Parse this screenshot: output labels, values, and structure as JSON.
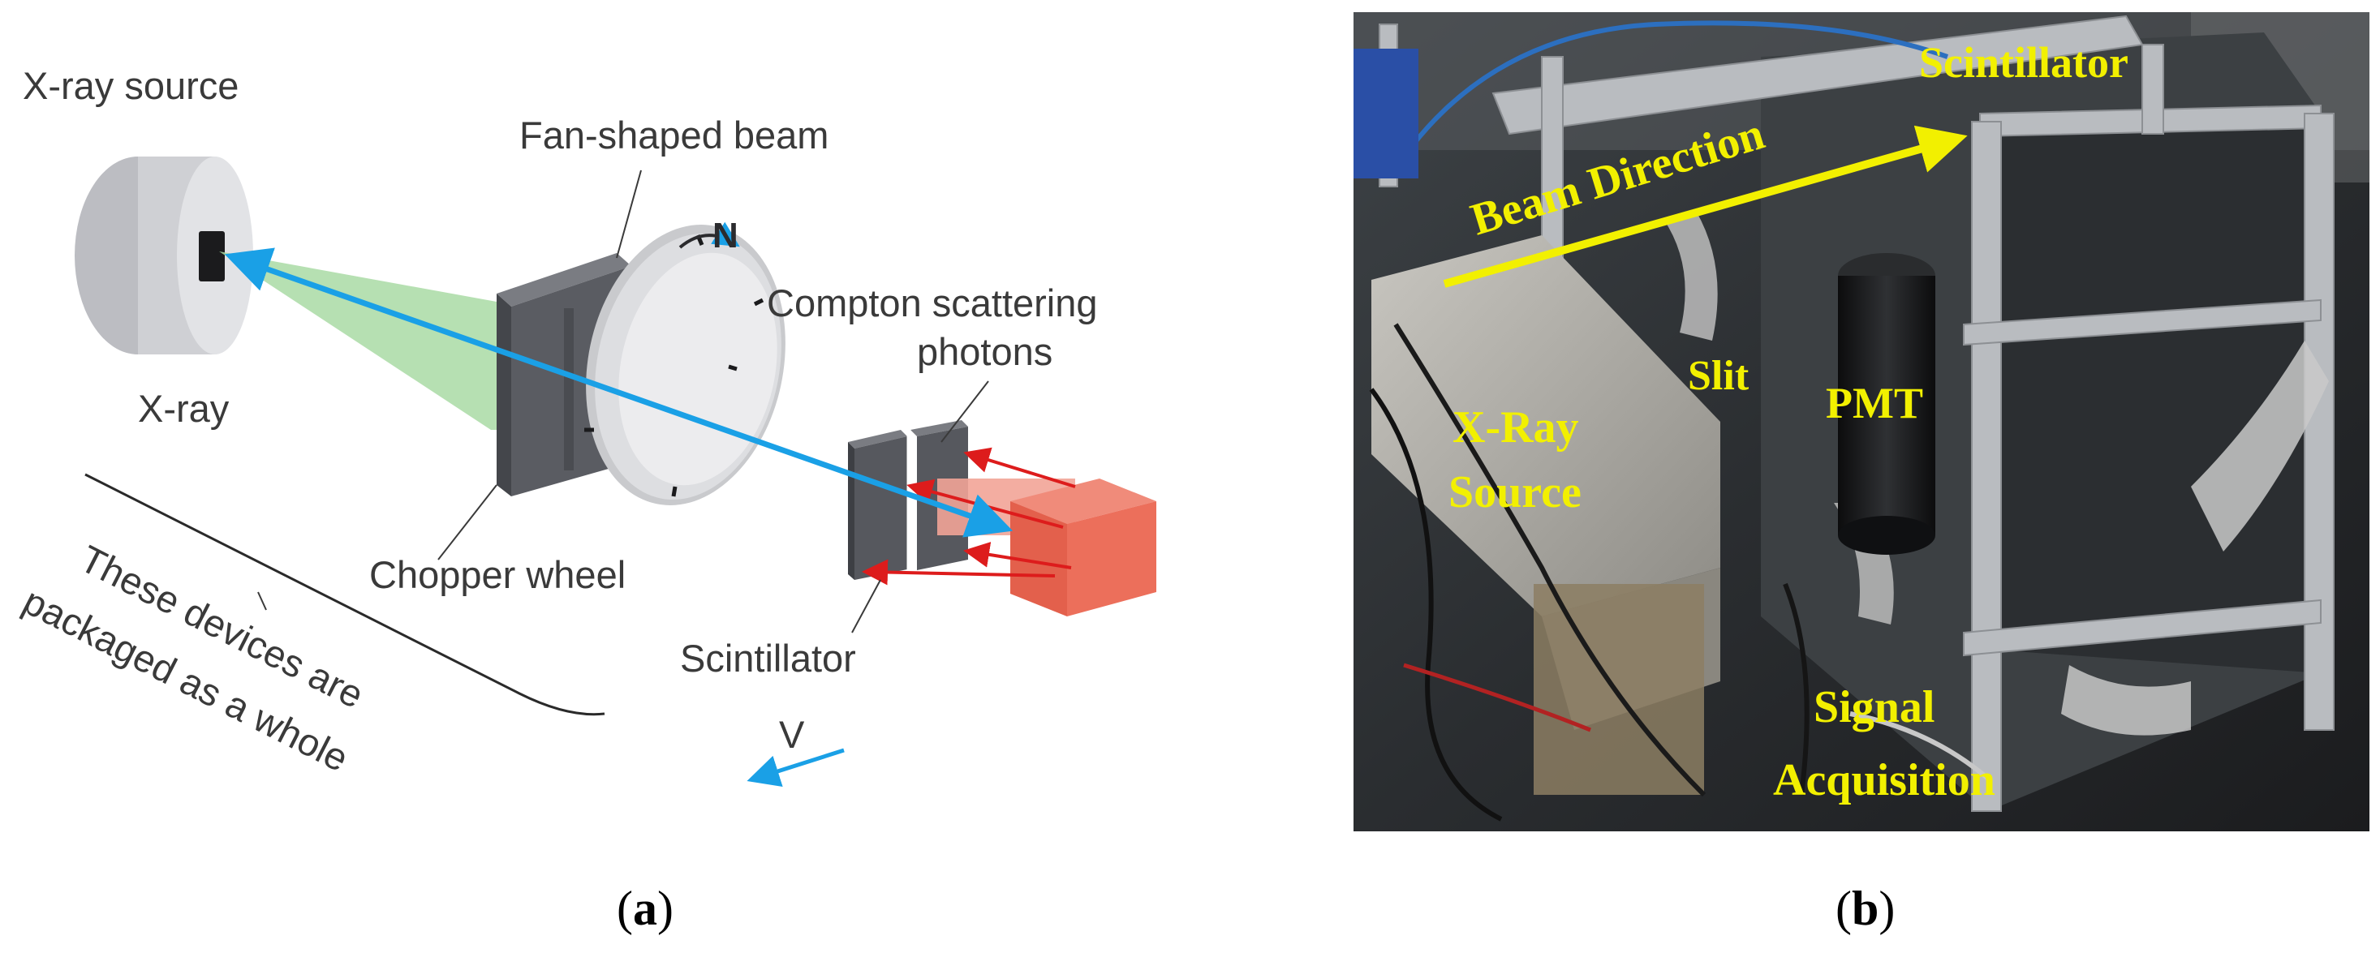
{
  "panel_a": {
    "labels": {
      "xray_source": "X-ray source",
      "fan_beam": "Fan-shaped beam",
      "rotation": "N",
      "compton_line1": "Compton scattering",
      "compton_line2": "photons",
      "xray": "X-ray",
      "chopper": "Chopper wheel",
      "scintillator": "Scintillator",
      "packaged_line1": "These devices are",
      "packaged_line2": "packaged as a whole",
      "velocity": "V"
    },
    "caption": "(a)",
    "colors": {
      "beam_arrow": "#1aa0e6",
      "fan_beam": "#a9dba4",
      "object": "#ec6f5b",
      "scatter_arrows": "#dd1c1c",
      "source_body": "#cfd0d4",
      "chopper_plate": "#5a5c62"
    }
  },
  "panel_b": {
    "labels": {
      "scintillator": "Scintillator",
      "beam_direction": "Beam Direction",
      "slit": "Slit",
      "pmt": "PMT",
      "xray_line1": "X-Ray",
      "xray_line2": "Source",
      "signal_line1": "Signal",
      "signal_line2": "Acquisition"
    },
    "caption": "(b)",
    "colors": {
      "label_text": "#f2f000",
      "frame": "#b9bcc0"
    }
  }
}
